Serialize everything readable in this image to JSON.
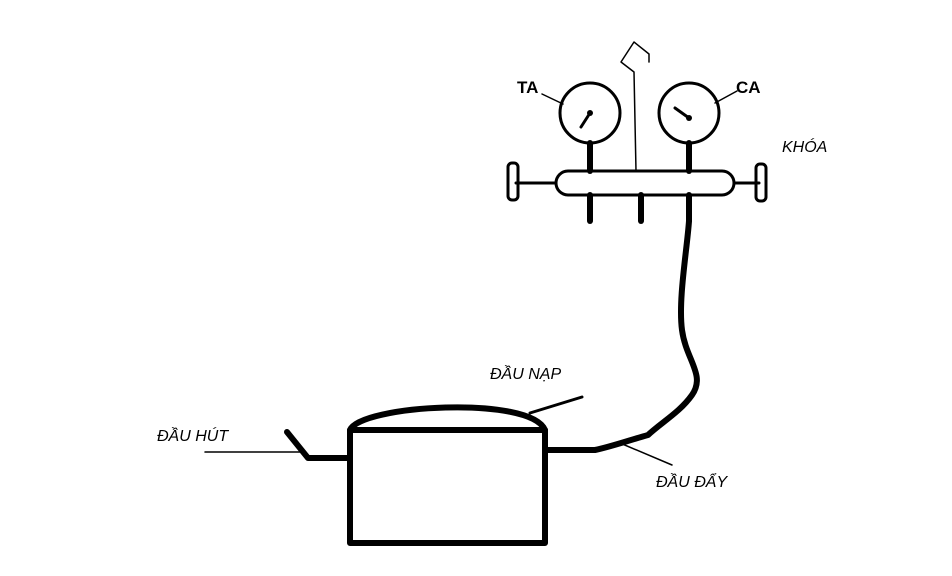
{
  "labels": {
    "ta": "TA",
    "ca": "CA",
    "khoa": "KHÓA",
    "dau_nap": "ĐẦU NẠP",
    "dau_hut": "ĐẦU HÚT",
    "dau_day": "ĐẦU ĐẨY"
  },
  "colors": {
    "line": "#000000",
    "background": "#ffffff"
  }
}
